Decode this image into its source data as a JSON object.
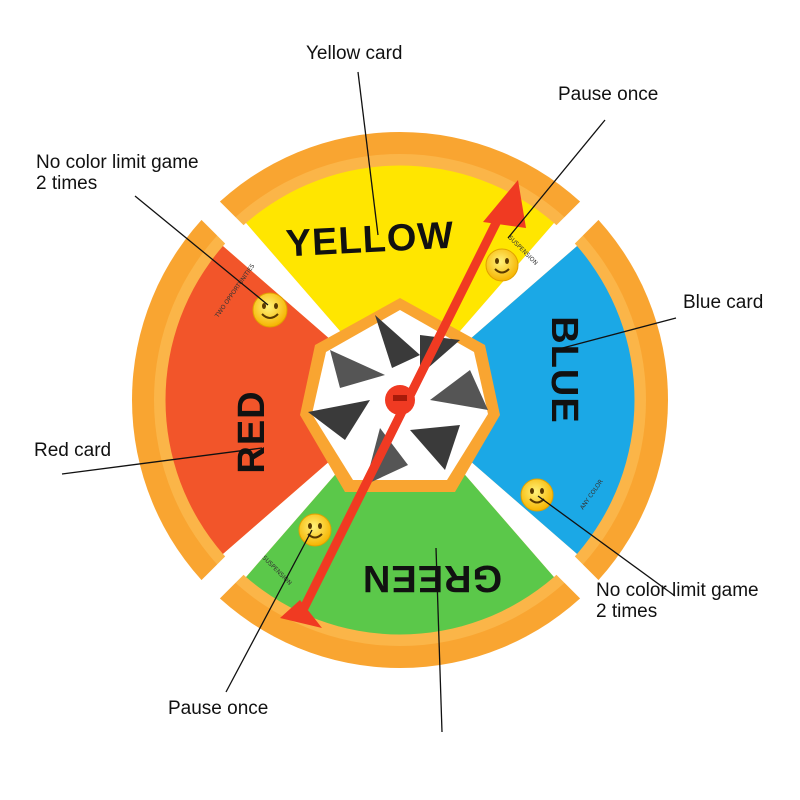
{
  "wheel": {
    "sectors": {
      "yellow": {
        "label": "YELLOW",
        "color": "#FFE600"
      },
      "blue": {
        "label": "BLUE",
        "color": "#1BA8E6"
      },
      "green": {
        "label": "GREEN",
        "color": "#5BC84A"
      },
      "red": {
        "label": "RED",
        "color": "#F2552A"
      }
    },
    "small_cells": {
      "top_left": "TWO OPPORTUNITIES",
      "top_right": "SUSPENSION",
      "bottom_right": "ANY COLOR",
      "bottom_left": "SUSPENSION"
    },
    "rim_color": "#F9A531",
    "pointer_color": "#F03A22",
    "smiley_color": "#FFD21F"
  },
  "callouts": {
    "yellow_card": "Yellow card",
    "pause_once_top": "Pause once",
    "no_color_limit_left_1": "No color limit game",
    "no_color_limit_left_2": "2 times",
    "blue_card": "Blue card",
    "red_card": "Red card",
    "no_color_limit_right_1": "No color limit game",
    "no_color_limit_right_2": "2 times",
    "pause_once_bottom": "Pause once"
  }
}
